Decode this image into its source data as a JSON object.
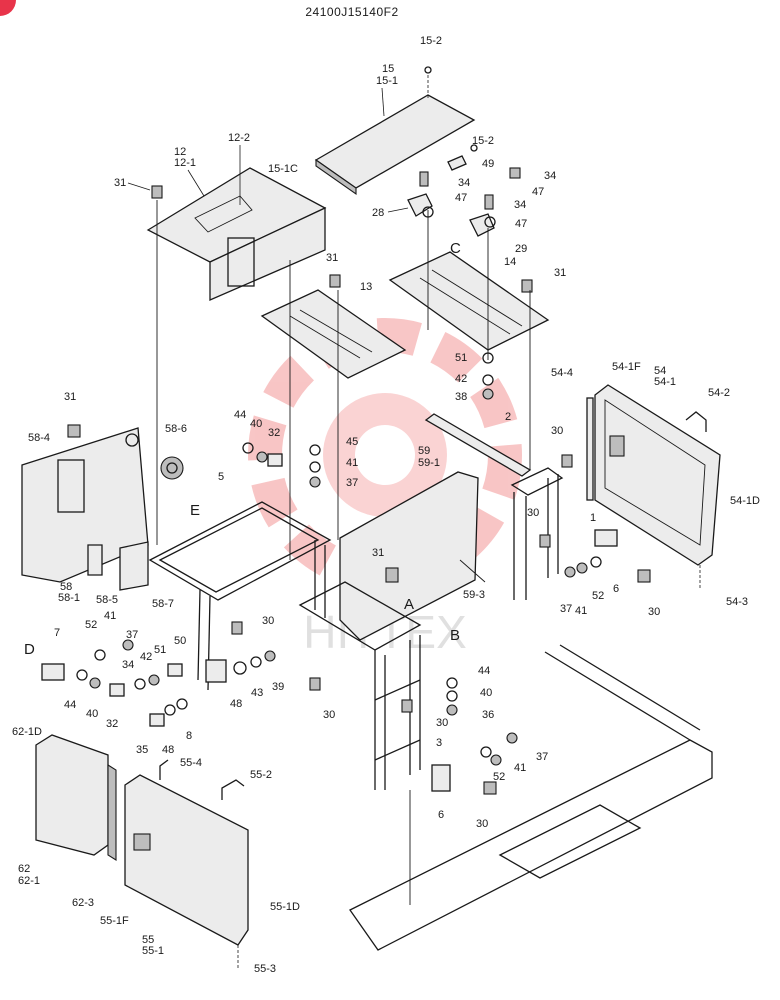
{
  "drawing_number": "24100J15140F2",
  "watermark_text": "HITTEX",
  "colors": {
    "line": "#1a1a1a",
    "watermark": "#f08080",
    "corner_badge": "#e8344a"
  },
  "view_letters": [
    "A",
    "B",
    "C",
    "D",
    "E"
  ],
  "labels": {
    "l15_2a": "15-2",
    "l15": "15",
    "l15_1": "15-1",
    "l15_2b": "15-2",
    "l15_1c": "15-1C",
    "l49": "49",
    "l34a": "34",
    "l34b": "34",
    "l34c": "34",
    "l47a": "47",
    "l47b": "47",
    "l47c": "47",
    "l28": "28",
    "l29": "29",
    "l12": "12",
    "l12_1": "12-1",
    "l12_2": "12-2",
    "l31a": "31",
    "l31b": "31",
    "l31c": "31",
    "l31d": "31",
    "l31e": "31",
    "l13": "13",
    "l14": "14",
    "l51a": "51",
    "l42a": "42",
    "l38": "38",
    "l2": "2",
    "l54_4": "54-4",
    "l54_1f": "54-1F",
    "l54": "54",
    "l54_1": "54-1",
    "l54_2": "54-2",
    "l54_1d": "54-1D",
    "l54_3": "54-3",
    "l58_4": "58-4",
    "l58_6": "58-6",
    "l58": "58",
    "l58_1": "58-1",
    "l58_5": "58-5",
    "l58_7": "58-7",
    "l44a": "44",
    "l40a": "40",
    "l32a": "32",
    "l45": "45",
    "l41a": "41",
    "l37a": "37",
    "l59": "59",
    "l59_1": "59-1",
    "l59_3": "59-3",
    "l5": "5",
    "l30a": "30",
    "l30b": "30",
    "l30c": "30",
    "l30d": "30",
    "l30e": "30",
    "l30f": "30",
    "l30g": "30",
    "l1": "1",
    "l6a": "6",
    "l6b": "6",
    "l52a": "52",
    "l52b": "52",
    "l52c": "52",
    "l37b": "37",
    "l37c": "37",
    "l37d": "37",
    "l41b": "41",
    "l41c": "41",
    "l41d": "41",
    "l7": "7",
    "l44b": "44",
    "l44c": "44",
    "l40b": "40",
    "l40c": "40",
    "l32b": "32",
    "l34d": "34",
    "l42b": "42",
    "l51b": "51",
    "l50": "50",
    "l35": "35",
    "l48a": "48",
    "l48b": "48",
    "l8": "8",
    "l43": "43",
    "l39": "39",
    "l36": "36",
    "l3": "3",
    "l62_1d": "62-1D",
    "l62": "62",
    "l62_1": "62-1",
    "l62_3": "62-3",
    "l55_4": "55-4",
    "l55_2": "55-2",
    "l55_1f": "55-1F",
    "l55": "55",
    "l55_1": "55-1",
    "l55_1d": "55-1D",
    "l55_3": "55-3"
  }
}
